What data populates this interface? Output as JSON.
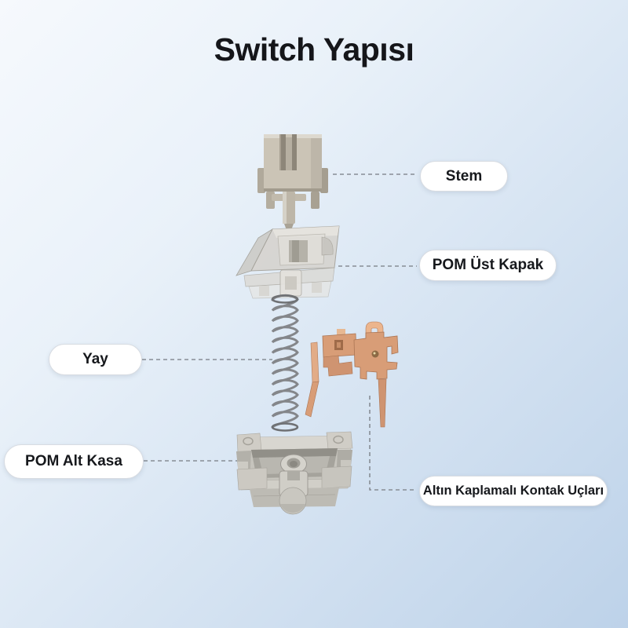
{
  "page": {
    "title": "Switch Yapısı"
  },
  "labels": {
    "stem": "Stem",
    "top_cover": "POM Üst Kapak",
    "spring": "Yay",
    "bottom_case": "POM Alt Kasa",
    "contacts": "Altın Kaplamalı Kontak Uçları"
  },
  "colors": {
    "background_top": "#f6f9fd",
    "background_bottom": "#bdd2e9",
    "title_text": "#15161a",
    "label_background": "#ffffff",
    "label_border": "#d8dce2",
    "label_text": "#16181c",
    "connector_line": "#878d95",
    "plastic_beige": "#ccc5b7",
    "clear_housing": "#d6d4cf",
    "spring_metal": "#84868a",
    "copper": "#d89d77",
    "case_gray": "#c6c4bd"
  }
}
